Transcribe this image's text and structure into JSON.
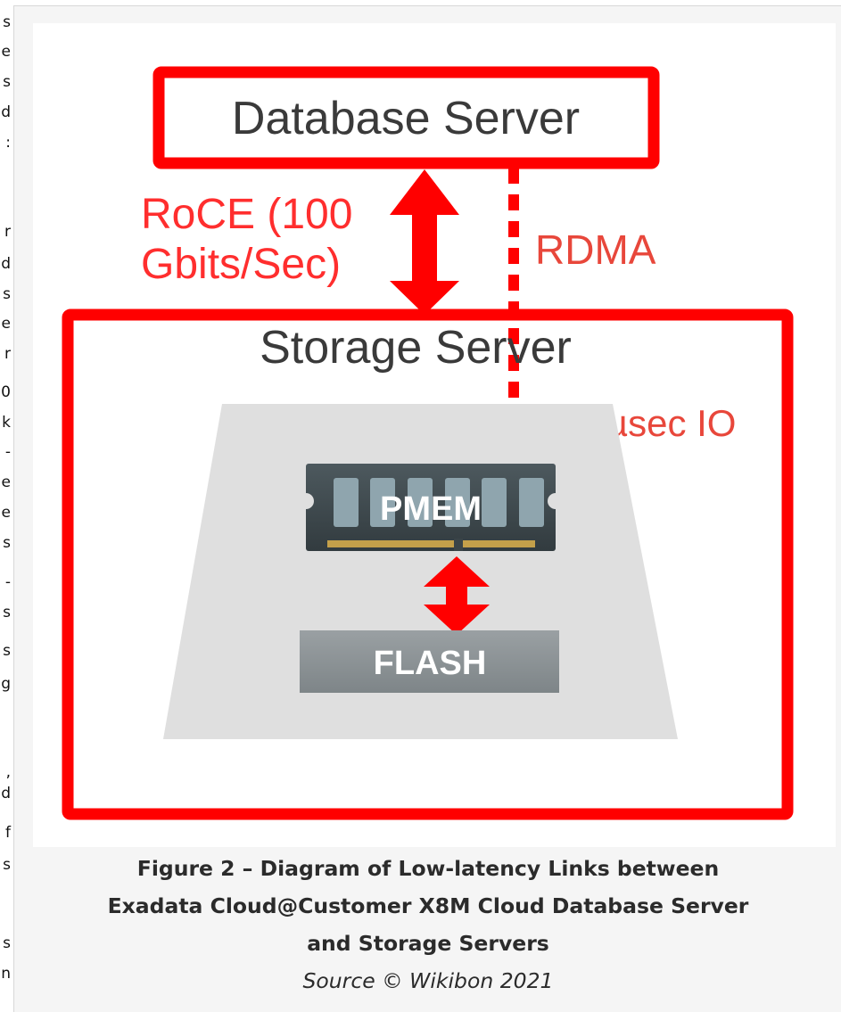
{
  "left_column_fragments": [
    "s",
    "e",
    "s",
    "d",
    ":",
    "r",
    "d",
    "s",
    "e",
    "r",
    "0",
    "k",
    "-",
    "e",
    "e",
    "s",
    "-",
    "s",
    "s",
    "g",
    ",",
    "d",
    "f",
    "s",
    "s",
    "n"
  ],
  "diagram": {
    "database_server_label": "Database Server",
    "link_label_line1": "RoCE (100",
    "link_label_line2": "Gbits/Sec)",
    "rdma_label": "RDMA",
    "storage_server_label": "Storage Server",
    "latency_label": "~20 µsec IO",
    "pmem_label": "PMEM",
    "flash_label": "FLASH",
    "colors": {
      "accent_red": "#ff0000",
      "trapezoid_gray": "#dfdfdf",
      "label_red": "#e8473b",
      "module_dark": "#3f4a4f",
      "flash_gray": "#8a9094"
    }
  },
  "caption": {
    "title_line1": "Figure 2 – Diagram of Low-latency Links between",
    "title_line2": "Exadata Cloud@Customer X8M Cloud Database Server",
    "title_line3": "and Storage Servers",
    "source": "Source © Wikibon 2021"
  }
}
